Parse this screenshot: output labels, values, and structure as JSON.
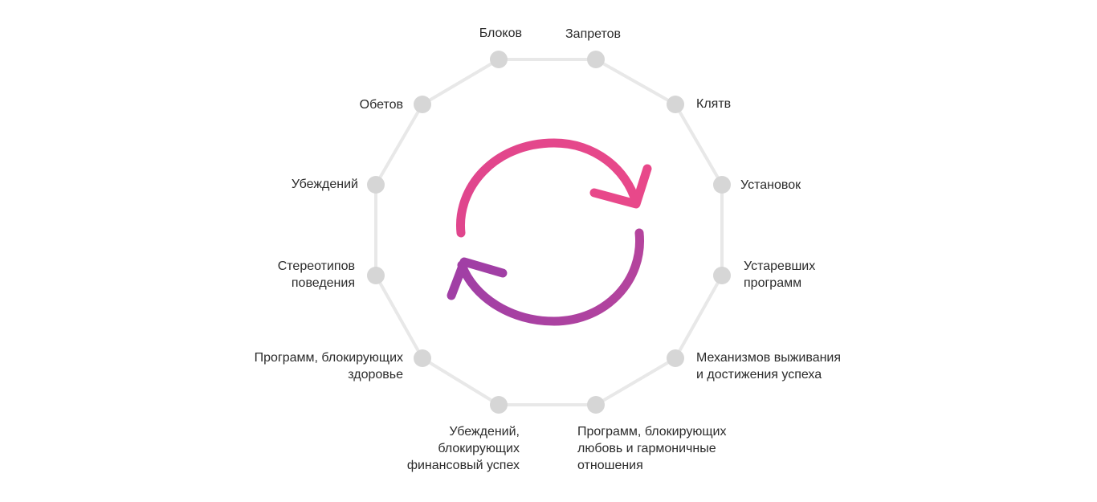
{
  "diagram": {
    "center_icon": "refresh-cycle-icon",
    "colors": {
      "ring_line": "#e8e8e8",
      "node": "#d6d6d6",
      "arrow_top": "#e8488a",
      "arrow_bottom": "#9c3fa3",
      "text": "#2b2b2b"
    },
    "nodes": [
      {
        "id": "blokov",
        "lines": [
          "Блоков"
        ]
      },
      {
        "id": "zapretov",
        "lines": [
          "Запретов"
        ]
      },
      {
        "id": "klyatv",
        "lines": [
          "Клятв"
        ]
      },
      {
        "id": "ustanovok",
        "lines": [
          "Установок"
        ]
      },
      {
        "id": "ustarevshih",
        "lines": [
          "Устаревших",
          "программ"
        ]
      },
      {
        "id": "mehanizmov",
        "lines": [
          "Механизмов выживания",
          "и достижения успеха"
        ]
      },
      {
        "id": "lyubov",
        "lines": [
          "Программ, блокирующих",
          "любовь и гармоничные",
          "отношения"
        ]
      },
      {
        "id": "finansy",
        "lines": [
          "Убеждений,",
          "блокирующих",
          "финансовый успех"
        ]
      },
      {
        "id": "zdorovie",
        "lines": [
          "Программ, блокирующих",
          "здоровье"
        ]
      },
      {
        "id": "stereotipov",
        "lines": [
          "Стереотипов",
          "поведения"
        ]
      },
      {
        "id": "ubezhdeniy",
        "lines": [
          "Убеждений"
        ]
      },
      {
        "id": "obetov",
        "lines": [
          "Обетов"
        ]
      }
    ]
  }
}
